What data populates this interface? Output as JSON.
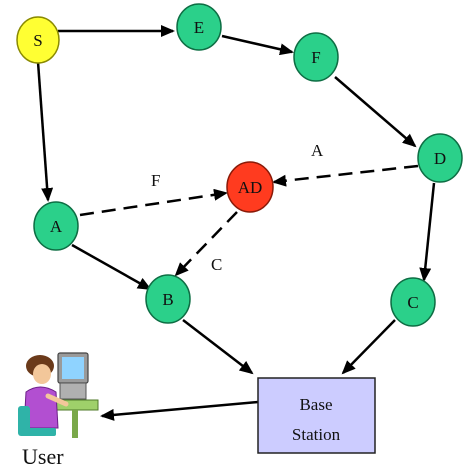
{
  "nodes": {
    "S": {
      "label": "S",
      "color": "#ffff33",
      "stroke": "#8a8a00"
    },
    "E": {
      "label": "E",
      "color": "#2bd08a",
      "stroke": "#0e6e44"
    },
    "F": {
      "label": "F",
      "color": "#2bd08a",
      "stroke": "#0e6e44"
    },
    "D": {
      "label": "D",
      "color": "#2bd08a",
      "stroke": "#0e6e44"
    },
    "AD": {
      "label": "AD",
      "color": "#ff3b1f",
      "stroke": "#8a1a08"
    },
    "A": {
      "label": "A",
      "color": "#2bd08a",
      "stroke": "#0e6e44"
    },
    "B": {
      "label": "B",
      "color": "#2bd08a",
      "stroke": "#0e6e44"
    },
    "C": {
      "label": "C",
      "color": "#2bd08a",
      "stroke": "#0e6e44"
    }
  },
  "edge_labels": {
    "d_to_ad": "A",
    "a_to_ad": "F",
    "ad_to_b": "C"
  },
  "base_station": {
    "line1": "Base",
    "line2": "Station",
    "color": "#ccccff"
  },
  "user": {
    "label": "User",
    "icon": "computer-user-icon"
  }
}
